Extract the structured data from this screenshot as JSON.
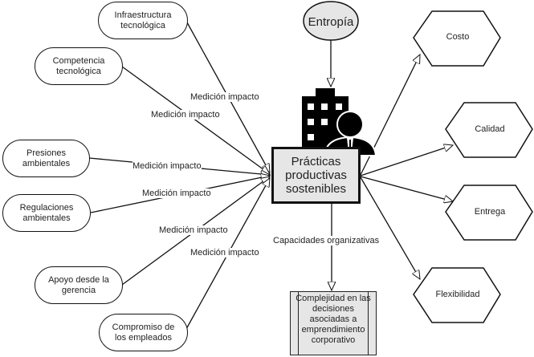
{
  "diagram": {
    "top_node": {
      "label": "Entropía",
      "shape": "ellipse"
    },
    "center_node": {
      "label": "Prácticas productivas sostenibles",
      "icon": "building-person-icon"
    },
    "left_inputs": [
      {
        "label": "Infraestructura tecnológica",
        "edge_label": "Medición impacto"
      },
      {
        "label": "Competencia tecnológica",
        "edge_label": "Medición impacto"
      },
      {
        "label": "Presiones ambientales",
        "edge_label": "Medición impacto"
      },
      {
        "label": "Regulaciones ambientales",
        "edge_label": "Medición impacto"
      },
      {
        "label": "Apoyo desde la gerencia",
        "edge_label": "Medición impacto"
      },
      {
        "label": "Compromiso de los empleados",
        "edge_label": "Medición impacto"
      }
    ],
    "right_outputs": [
      {
        "label": "Costo"
      },
      {
        "label": "Calidad"
      },
      {
        "label": "Entrega"
      },
      {
        "label": "Flexibilidad"
      }
    ],
    "bottom_edge_label": "Capacidades organizativas",
    "bottom_node": {
      "label": "Complejidad en las decisiones asociadas a emprendimiento corporativo"
    }
  }
}
